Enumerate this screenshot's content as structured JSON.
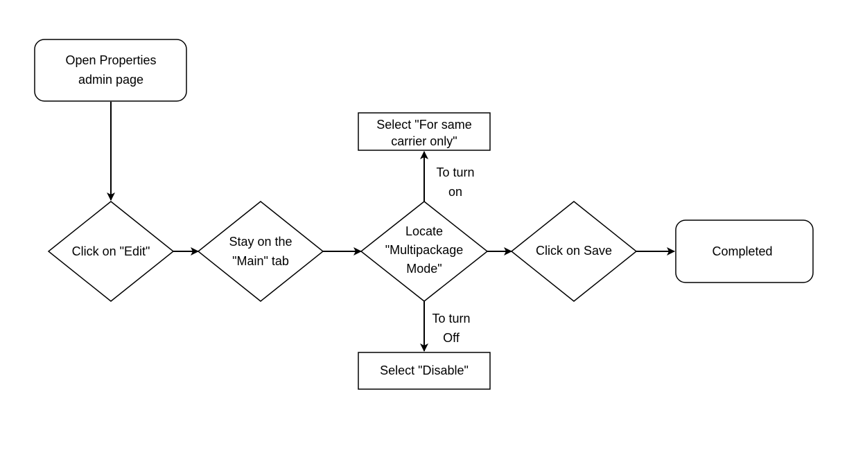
{
  "nodes": {
    "open_properties": {
      "line1": "Open Properties",
      "line2": "admin page"
    },
    "click_edit": {
      "line1": "Click on \"Edit\""
    },
    "stay_main": {
      "line1": "Stay on the",
      "line2": "\"Main\" tab"
    },
    "locate_mode": {
      "line1": "Locate",
      "line2": "\"Multipackage",
      "line3": "Mode\""
    },
    "click_save": {
      "line1": "Click on Save"
    },
    "completed": {
      "line1": "Completed"
    },
    "select_same_carrier": {
      "line1": "Select \"For same",
      "line2": "carrier only\""
    },
    "select_disable": {
      "line1": "Select \"Disable\""
    }
  },
  "edges": {
    "turn_on": {
      "line1": "To turn",
      "line2": "on"
    },
    "turn_off": {
      "line1": "To turn",
      "line2": "Off"
    }
  },
  "colors": {
    "stroke": "#000000",
    "fill": "#ffffff",
    "text": "#000000"
  }
}
